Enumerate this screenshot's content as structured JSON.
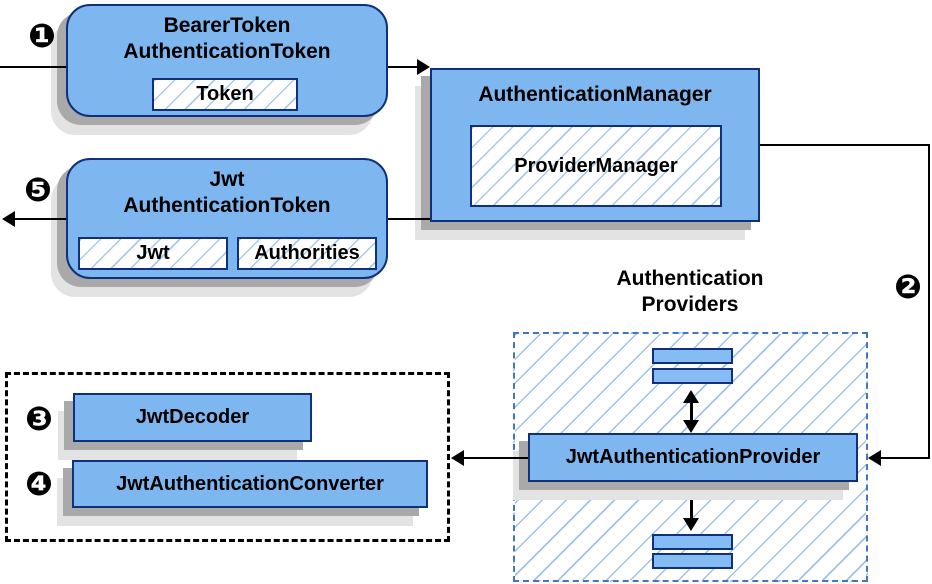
{
  "diagram": {
    "kind": "jwt-authentication-flow",
    "colors": {
      "node_fill": "#7EB6F0",
      "node_border": "#10307A",
      "hatch_line": "#9FC2E9",
      "providers_dash_border": "#4476C0",
      "decoder_dash_border": "#000000",
      "shadow_dark": "#A9A9A9",
      "shadow_light": "#E3E3E3",
      "arrow": "#000000",
      "background": "#FFFFFF"
    },
    "steps": {
      "one": "❶",
      "two": "❷",
      "three": "❸",
      "four": "❹",
      "five": "❺"
    },
    "nodes": {
      "bearer_token": {
        "title_line1": "BearerToken",
        "title_line2": "AuthenticationToken",
        "chip": "Token"
      },
      "auth_manager": {
        "title": "AuthenticationManager",
        "chip": "ProviderManager"
      },
      "jwt_token": {
        "title_line1": "Jwt",
        "title_line2": "AuthenticationToken",
        "chips": [
          "Jwt",
          "Authorities"
        ]
      },
      "providers_group": {
        "label_line1": "Authentication",
        "label_line2": "Providers"
      },
      "jwt_authentication_provider": {
        "title": "JwtAuthenticationProvider"
      },
      "jwt_decoder": {
        "title": "JwtDecoder"
      },
      "jwt_authentication_converter": {
        "title": "JwtAuthenticationConverter"
      }
    }
  }
}
